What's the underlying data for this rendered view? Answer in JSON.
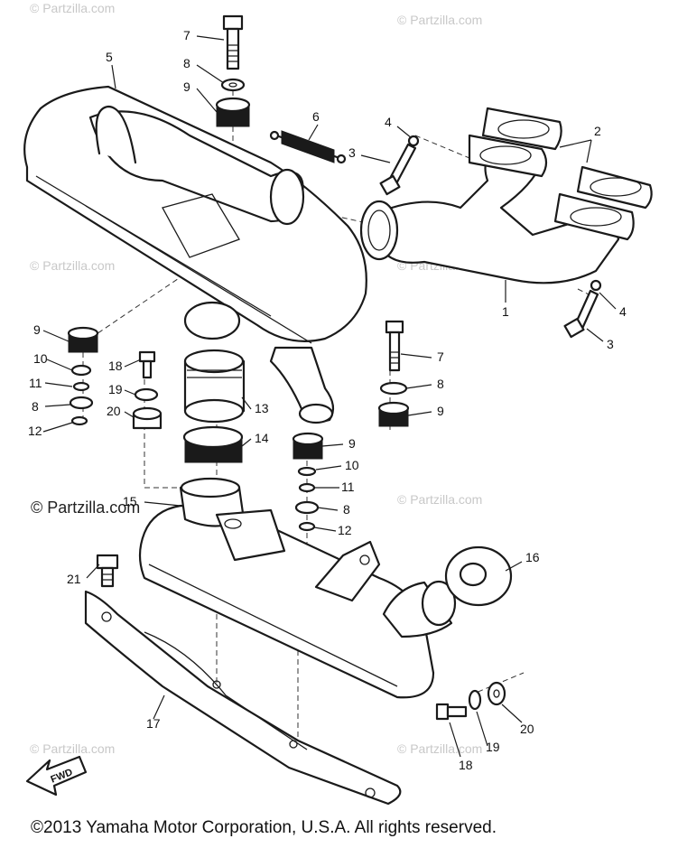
{
  "watermarks": [
    "© Partzilla.com"
  ],
  "watermark_emphasis": "© Partzilla.com",
  "direction_label": "FWD",
  "copyright": "©2013 Yamaha Motor Corporation, U.S.A. All rights reserved.",
  "callouts": {
    "c1": "1",
    "c2": "2",
    "c3a": "3",
    "c3b": "3",
    "c4a": "4",
    "c4b": "4",
    "c5": "5",
    "c6": "6",
    "c7a": "7",
    "c7b": "7",
    "c8a": "8",
    "c8b": "8",
    "c8c": "8",
    "c8d": "8",
    "c9a": "9",
    "c9b": "9",
    "c9c": "9",
    "c9d": "9",
    "c10a": "10",
    "c10b": "10",
    "c11a": "11",
    "c11b": "11",
    "c12a": "12",
    "c12b": "12",
    "c13": "13",
    "c14": "14",
    "c15": "15",
    "c16": "16",
    "c17": "17",
    "c18a": "18",
    "c18b": "18",
    "c19a": "19",
    "c19b": "19",
    "c20a": "20",
    "c20b": "20",
    "c21": "21"
  }
}
